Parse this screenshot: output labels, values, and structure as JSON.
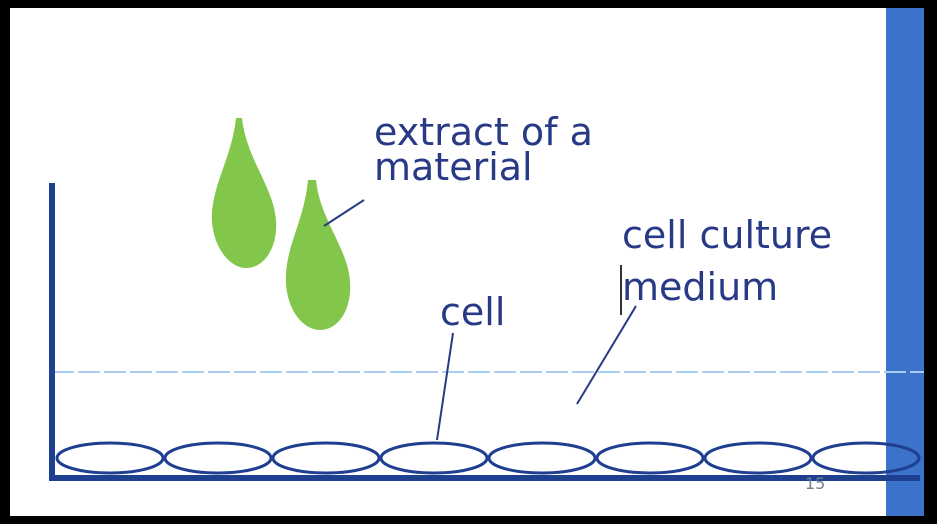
{
  "diagram": {
    "labels": {
      "extract_line1": "extract of a",
      "extract_line2": "material",
      "cell": "cell",
      "medium_line1": "cell culture",
      "medium_line2": "medium",
      "page_number": "15"
    },
    "colors": {
      "text": "#283a86",
      "dish": "#1f3f91",
      "drops": "#82c64b",
      "medium_line": "#a9cdf2",
      "side_bar": "#3a73c9"
    }
  }
}
